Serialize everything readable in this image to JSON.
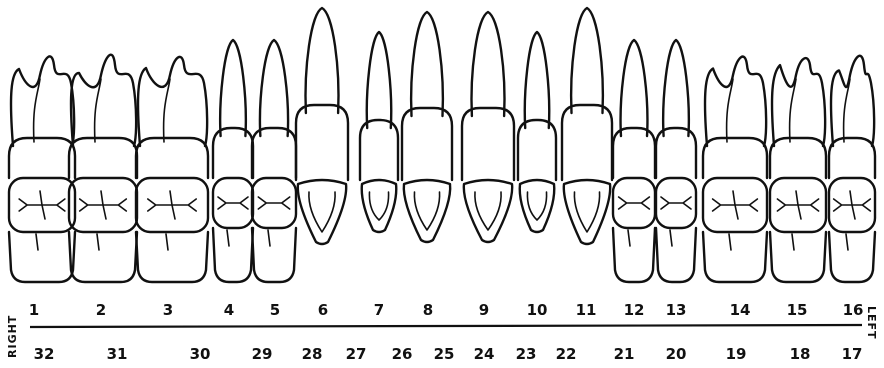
{
  "chart": {
    "side_labels": {
      "right": "RIGHT",
      "left": "LEFT"
    },
    "upper_numbers": [
      "1",
      "2",
      "3",
      "4",
      "5",
      "6",
      "7",
      "8",
      "9",
      "10",
      "11",
      "12",
      "13",
      "14",
      "15",
      "16"
    ],
    "lower_numbers": [
      "32",
      "31",
      "30",
      "29",
      "28",
      "27",
      "26",
      "25",
      "24",
      "23",
      "22",
      "21",
      "20",
      "19",
      "18",
      "17"
    ],
    "teeth": [
      {
        "type": "molar"
      },
      {
        "type": "molar"
      },
      {
        "type": "molar"
      },
      {
        "type": "premolar"
      },
      {
        "type": "premolar"
      },
      {
        "type": "canine"
      },
      {
        "type": "lateral-incisor"
      },
      {
        "type": "central-incisor"
      },
      {
        "type": "central-incisor"
      },
      {
        "type": "lateral-incisor"
      },
      {
        "type": "canine"
      },
      {
        "type": "premolar"
      },
      {
        "type": "premolar"
      },
      {
        "type": "molar"
      },
      {
        "type": "molar"
      },
      {
        "type": "molar"
      }
    ]
  }
}
